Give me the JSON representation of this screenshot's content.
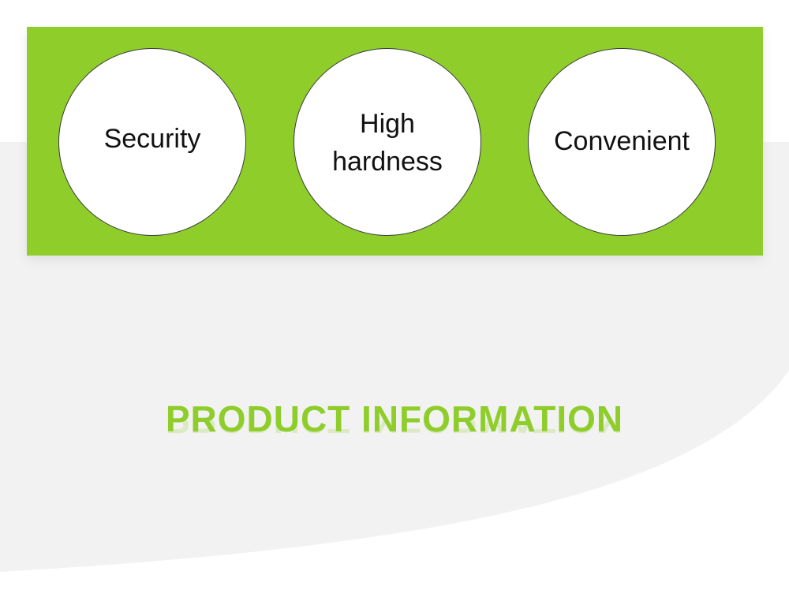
{
  "colors": {
    "banner_green": "#8ecd2a",
    "title_green": "#8ecd2a",
    "background_gray": "#f2f2f2"
  },
  "features": [
    {
      "label": "Security"
    },
    {
      "label": "High\nhardness"
    },
    {
      "label": "Convenient"
    }
  ],
  "section": {
    "title": "PRODUCT INFORMATION"
  }
}
